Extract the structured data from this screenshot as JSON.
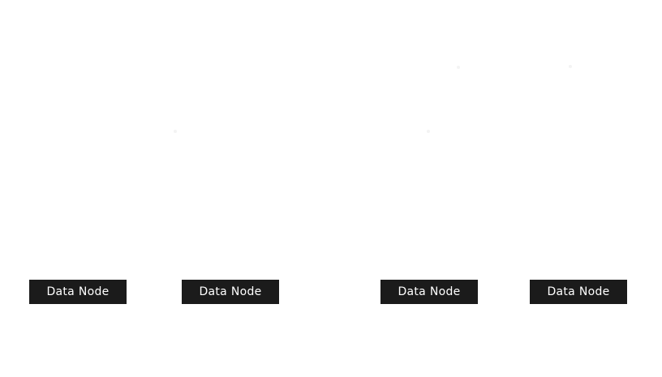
{
  "diagram": {
    "nodes": [
      {
        "label": "Data Node"
      },
      {
        "label": "Data Node"
      },
      {
        "label": "Data Node"
      },
      {
        "label": "Data Node"
      }
    ],
    "colors": {
      "node_background": "#1b1b1b",
      "node_text": "#ffffff",
      "page_background": "#ffffff",
      "faint_marker": "#f3f3f3"
    }
  }
}
